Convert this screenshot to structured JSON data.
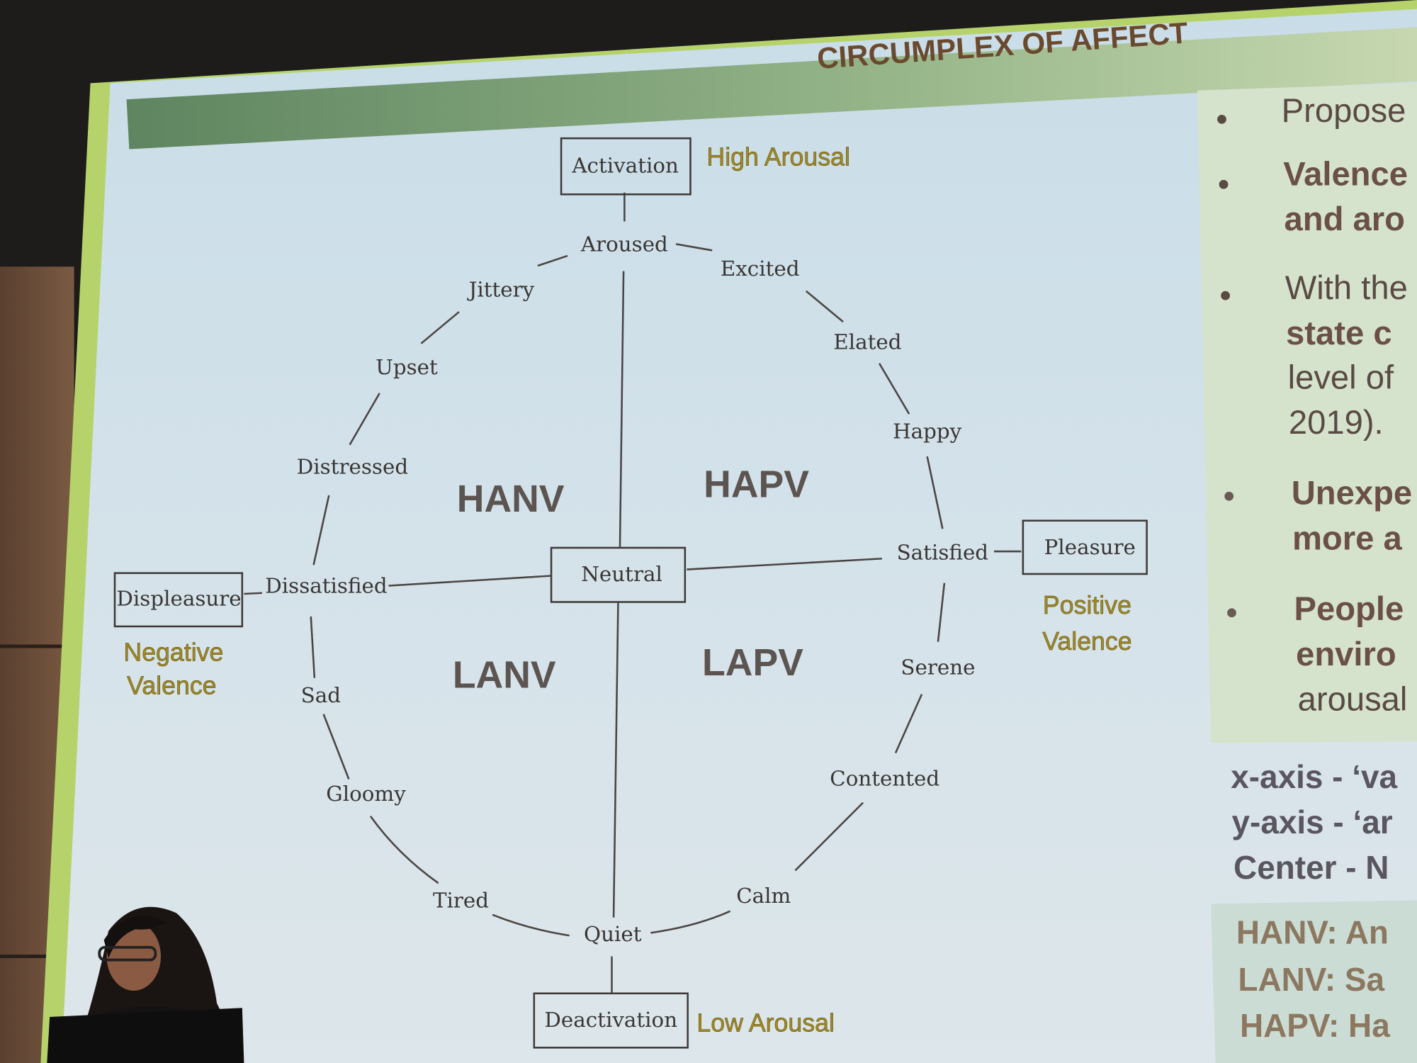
{
  "slide": {
    "title": "CIRCUMPLEX OF AFFECT",
    "diagram": {
      "axes": {
        "top": "Activation",
        "bottom": "Deactivation",
        "left": "Displeasure",
        "right": "Pleasure",
        "center": "Neutral"
      },
      "annotations": {
        "high_arousal": "High Arousal",
        "low_arousal": "Low Arousal",
        "negative_valence": [
          "Negative",
          "Valence"
        ],
        "positive_valence": [
          "Positive",
          "Valence"
        ]
      },
      "quadrants": {
        "hanv": "HANV",
        "hapv": "HAPV",
        "lanv": "LANV",
        "lapv": "LAPV"
      },
      "emotions": [
        "Aroused",
        "Excited",
        "Elated",
        "Happy",
        "Satisfied",
        "Serene",
        "Contented",
        "Calm",
        "Quiet",
        "Tired",
        "Gloomy",
        "Sad",
        "Dissatisfied",
        "Distressed",
        "Upset",
        "Jittery"
      ]
    },
    "bullets": [
      [
        "Propose"
      ],
      [
        "Valence",
        "and aro"
      ],
      [
        "With the",
        "state c",
        "level of",
        "2019)."
      ],
      [
        "Unexpe",
        "more a"
      ],
      [
        "People",
        "enviro",
        "arousal"
      ]
    ],
    "axis_notes": [
      "x-axis - ‘va",
      "y-axis - ‘ar",
      "Center - N"
    ],
    "quadrant_notes": [
      "HANV: An",
      "LANV: Sa",
      "HAPV: Ha"
    ]
  }
}
